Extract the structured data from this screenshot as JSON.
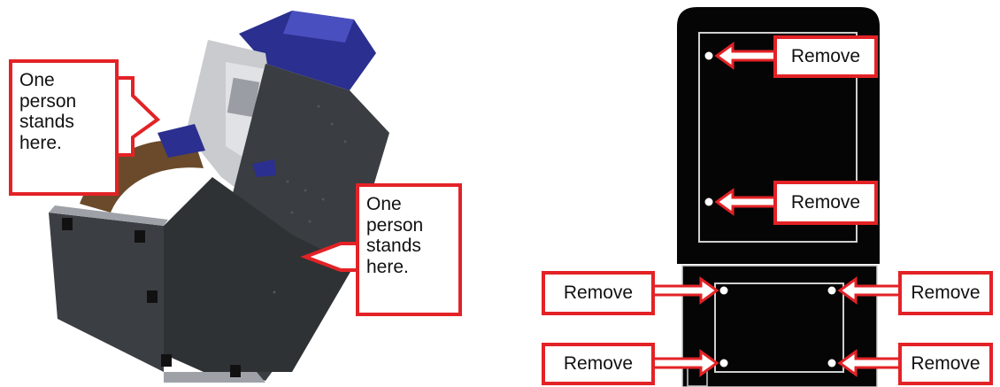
{
  "left_panel": {
    "callout_left": [
      "One",
      "person",
      "stands",
      "here."
    ],
    "callout_right": [
      "One",
      "person",
      "stands",
      "here."
    ]
  },
  "right_panel": {
    "labels": [
      "Remove",
      "Remove",
      "Remove",
      "Remove",
      "Remove",
      "Remove"
    ]
  },
  "colors": {
    "callout_red": "#e32226",
    "panel_black": "#050505",
    "cabinet_gray": "#2f3235",
    "accent_blue": "#2b2f8f"
  }
}
